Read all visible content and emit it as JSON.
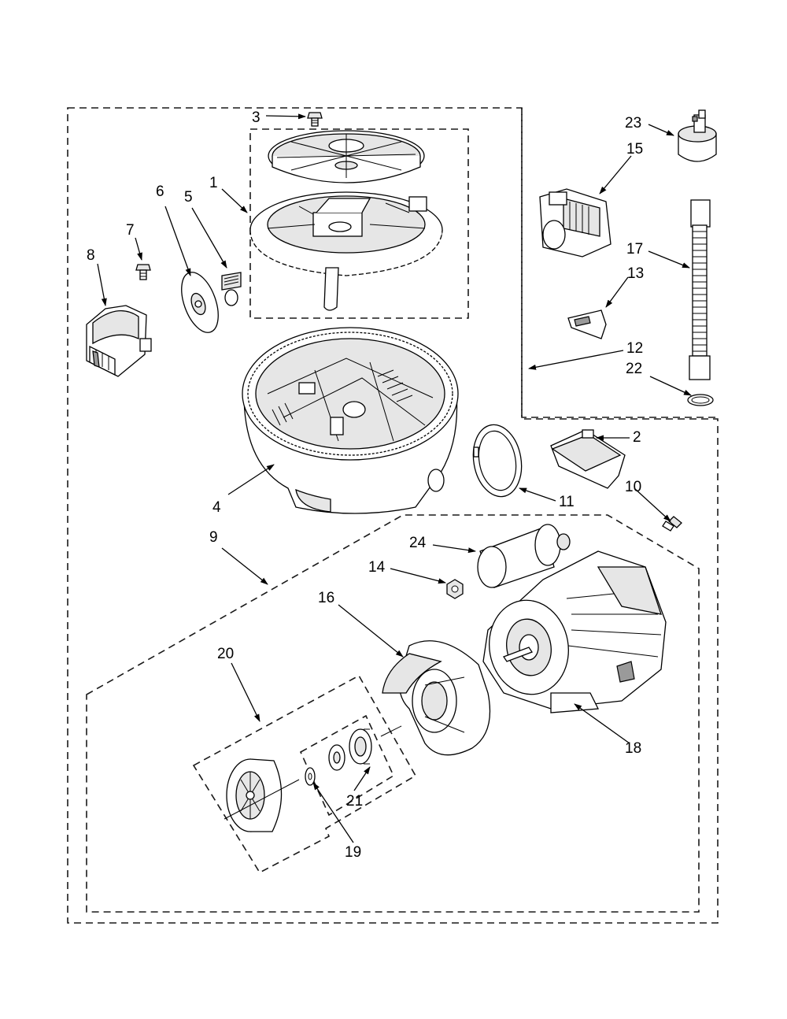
{
  "callouts": {
    "c1": "1",
    "c2": "2",
    "c3": "3",
    "c4": "4",
    "c5": "5",
    "c6": "6",
    "c7": "7",
    "c8": "8",
    "c9": "9",
    "c10": "10",
    "c11": "11",
    "c12": "12",
    "c13": "13",
    "c14": "14",
    "c15": "15",
    "c16": "16",
    "c17": "17",
    "c18": "18",
    "c19": "19",
    "c20": "20",
    "c21": "21",
    "c22": "22",
    "c23": "23",
    "c24": "24"
  },
  "colors": {
    "line": "#000000",
    "background": "#ffffff",
    "shade": "#e6e6e6"
  }
}
